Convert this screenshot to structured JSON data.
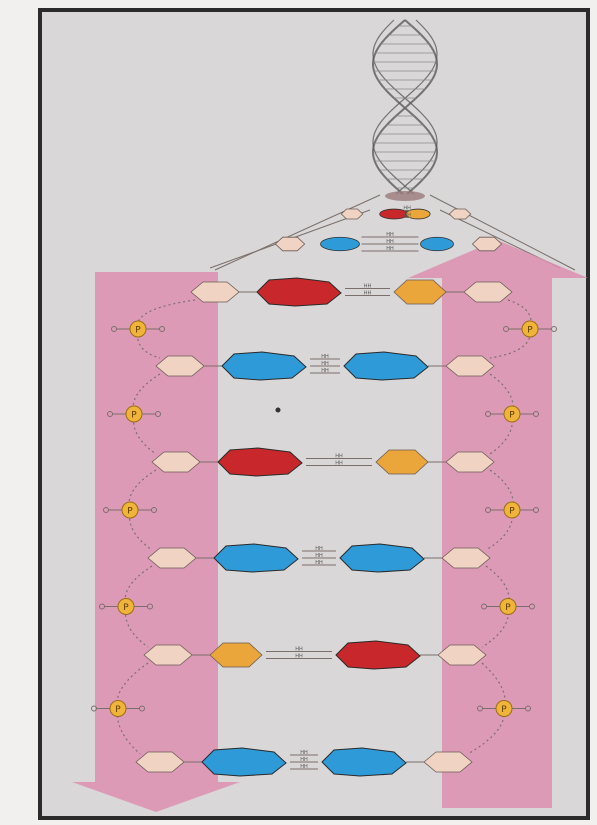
{
  "figure": {
    "colors": {
      "paper": "#f2f0ee",
      "panel": "#d9d7d8",
      "frame": "#2b2b2b",
      "backbone_arrow": "#dd8fb1",
      "sugar": "#f1d3c3",
      "phosphate": "#f0b43a",
      "base_blue": "#2e9ad8",
      "base_red": "#c8282b",
      "base_orange": "#eaa63a",
      "line": "#7a6f6a"
    },
    "strand_direction": {
      "left": "down",
      "right": "up"
    },
    "phosphate_label": "P",
    "bond_label": "H",
    "pairs": [
      {
        "left": "red",
        "right": "orange",
        "bonds": 2
      },
      {
        "left": "blue",
        "right": "blue",
        "bonds": 3
      },
      {
        "left": "red",
        "right": "orange",
        "bonds": 2
      },
      {
        "left": "blue",
        "right": "blue",
        "bonds": 3
      },
      {
        "left": "orange",
        "right": "red",
        "bonds": 2
      },
      {
        "left": "blue",
        "right": "blue",
        "bonds": 3
      }
    ],
    "top_pairs": [
      {
        "left": "red",
        "right": "orange",
        "bonds": 2
      },
      {
        "left": "blue",
        "right": "blue",
        "bonds": 3
      }
    ]
  }
}
